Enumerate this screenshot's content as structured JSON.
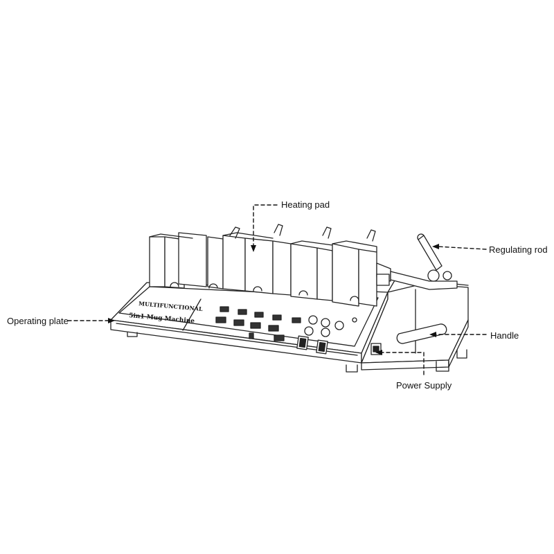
{
  "labels": {
    "heating_pad": "Heating pad",
    "regulating_rod": "Regulating rod",
    "operating_plate": "Operating plate",
    "handle": "Handle",
    "power_supply": "Power Supply"
  },
  "panel": {
    "line1": "MULTIFUNCTIONAL",
    "line2": "5in1 Mug Machine"
  },
  "colors": {
    "line": "#222222",
    "background": "#ffffff"
  }
}
